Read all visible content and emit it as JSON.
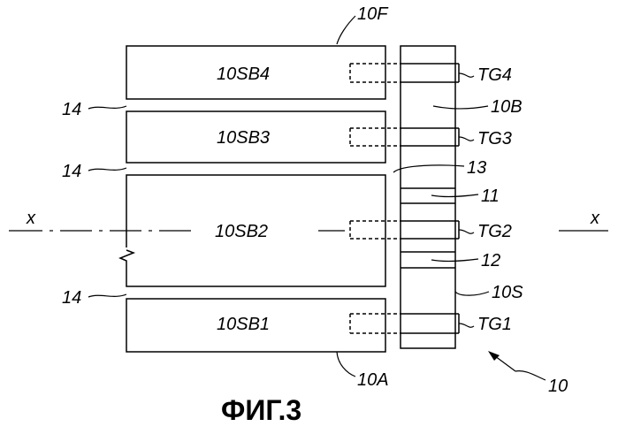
{
  "figure": {
    "caption": "ФИГ.3",
    "labels": {
      "frame": "10F",
      "bottom": "10A",
      "assembly": "10",
      "bar": "10B",
      "side": "10S",
      "gap": "13",
      "tab_upper": "11",
      "tab_lower": "12",
      "separator": "14",
      "axis": "x"
    },
    "blocks": [
      {
        "name": "10SB4",
        "terminal": "TG4"
      },
      {
        "name": "10SB3",
        "terminal": "TG3"
      },
      {
        "name": "10SB2",
        "terminal": "TG2"
      },
      {
        "name": "10SB1",
        "terminal": "TG1"
      }
    ]
  }
}
